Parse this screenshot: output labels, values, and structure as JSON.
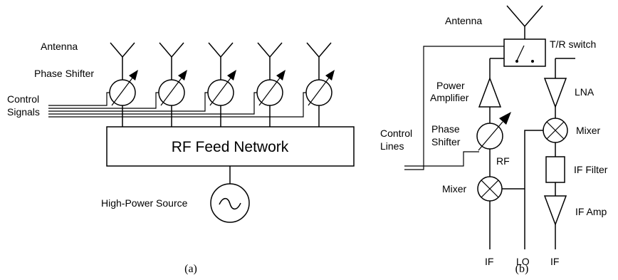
{
  "panel_a": {
    "antenna_label": "Antenna",
    "phase_shifter_label": "Phase Shifter",
    "control_signals_label_1": "Control",
    "control_signals_label_2": "Signals",
    "feed_network_label": "RF Feed Network",
    "source_label": "High-Power Source",
    "caption": "(a)"
  },
  "panel_b": {
    "antenna_label": "Antenna",
    "tr_switch_label": "T/R switch",
    "power_amp_label_1": "Power",
    "power_amp_label_2": "Amplifier",
    "lna_label": "LNA",
    "control_lines_label_1": "Control",
    "control_lines_label_2": "Lines",
    "phase_shifter_label_1": "Phase",
    "phase_shifter_label_2": "Shifter",
    "rf_label": "RF",
    "mixer_left_label": "Mixer",
    "mixer_right_label": "Mixer",
    "if_filter_label": "IF Filter",
    "if_amp_label": "IF Amp",
    "if_left_label": "IF",
    "lo_label": "LO",
    "if_right_label": "IF",
    "caption": "(b)"
  }
}
